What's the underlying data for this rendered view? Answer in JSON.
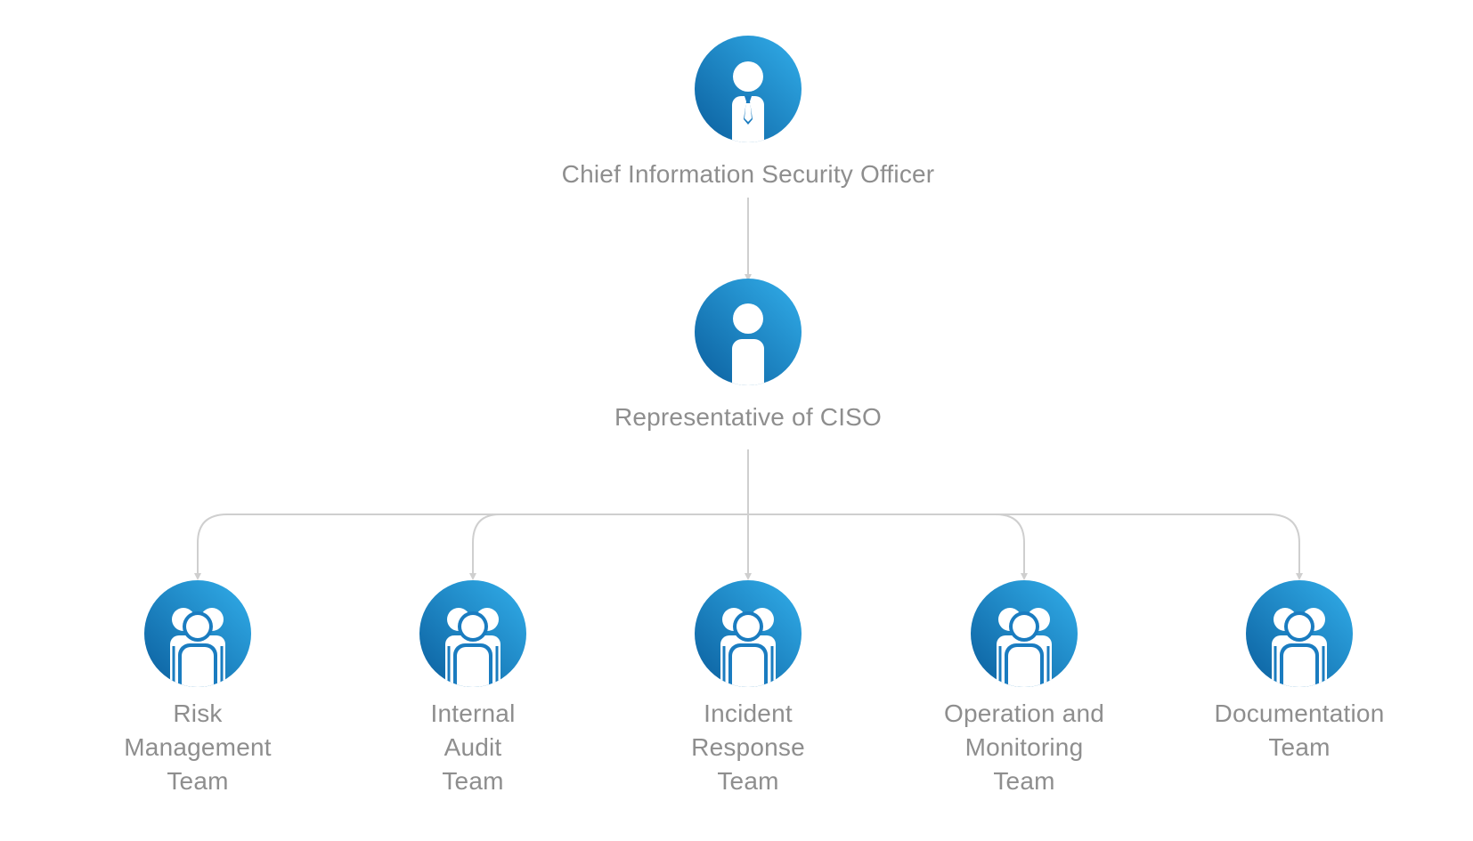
{
  "colors": {
    "circle_light": "#2a9fe0",
    "circle_dark": "#0d68a8",
    "connector": "#cfcfcf",
    "label_text": "#8e8e8e",
    "background": "#ffffff"
  },
  "ciso": {
    "icon": "executive-person-icon",
    "label": "Chief Information Security Officer"
  },
  "representative": {
    "icon": "person-icon",
    "label": "Representative of CISO"
  },
  "teams": [
    {
      "icon": "team-icon",
      "lines": [
        "Risk",
        "Management",
        "Team"
      ]
    },
    {
      "icon": "team-icon",
      "lines": [
        "Internal",
        "Audit",
        "Team"
      ]
    },
    {
      "icon": "team-icon",
      "lines": [
        "Incident",
        "Response",
        "Team"
      ]
    },
    {
      "icon": "team-icon",
      "lines": [
        "Operation and",
        "Monitoring",
        "Team"
      ]
    },
    {
      "icon": "team-icon",
      "lines": [
        "Documentation",
        "Team"
      ]
    }
  ]
}
